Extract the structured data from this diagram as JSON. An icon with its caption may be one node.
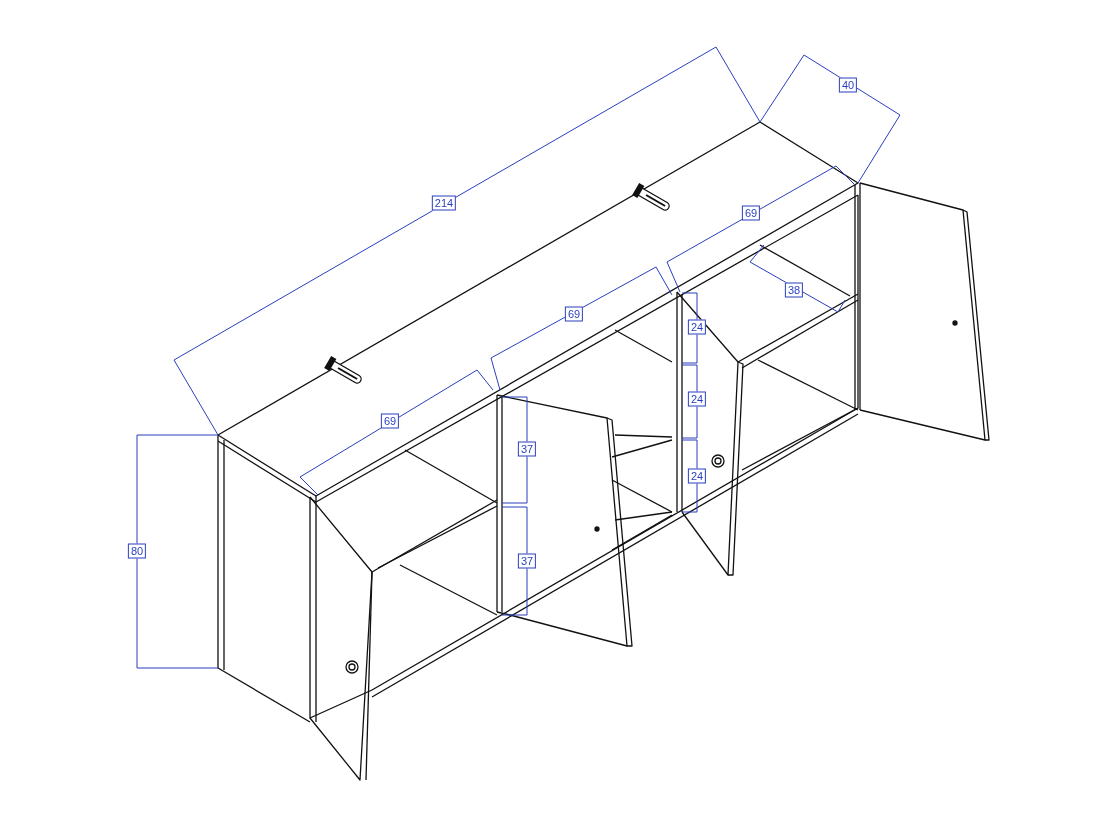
{
  "diagram": {
    "labels": [
      "40",
      "214",
      "69",
      "38",
      "69",
      "24",
      "24",
      "69",
      "37",
      "24",
      "80",
      "37"
    ]
  }
}
